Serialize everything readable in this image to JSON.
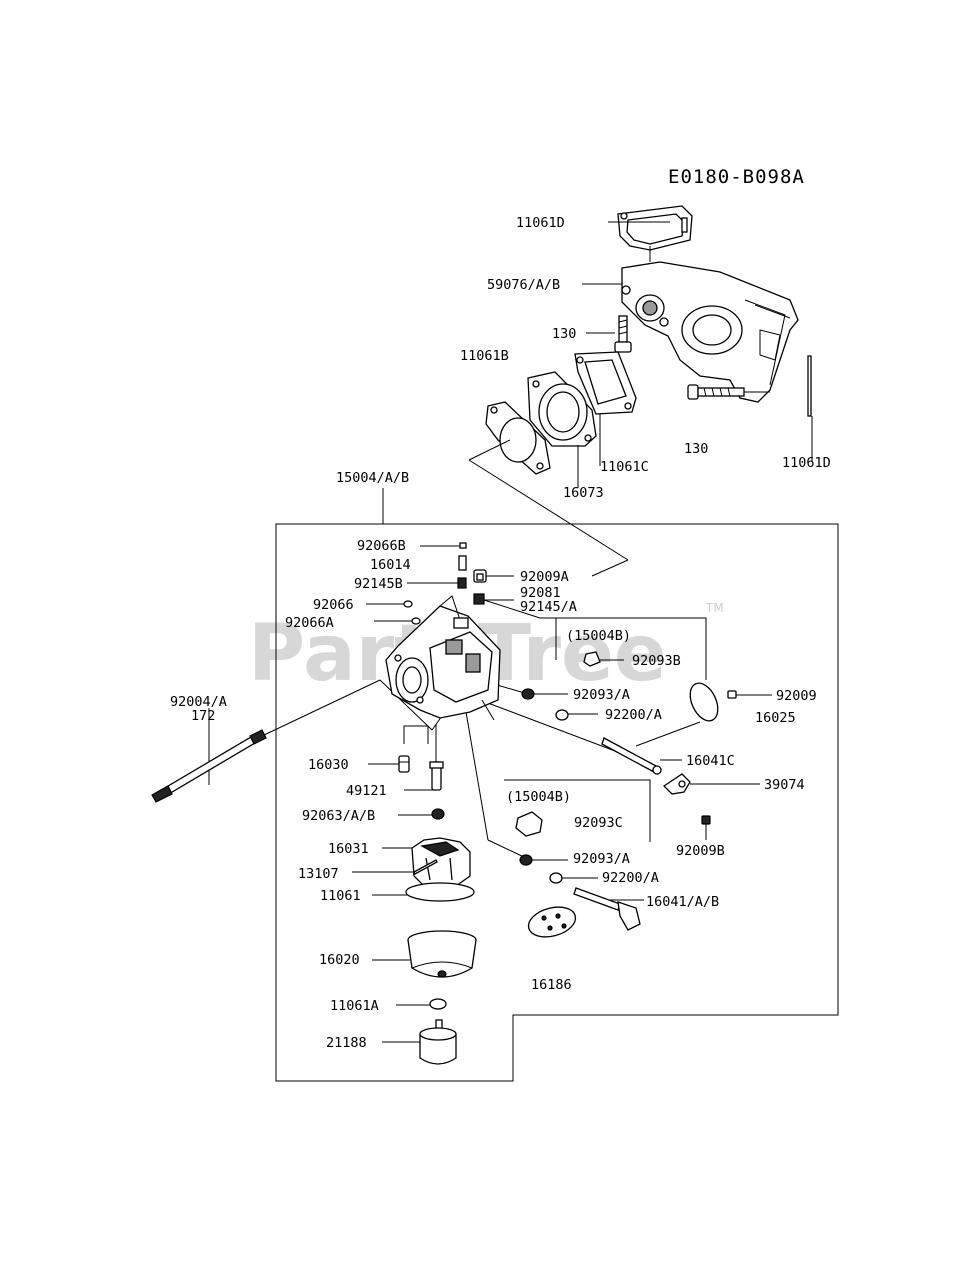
{
  "diagram_code": "E0180-B098A",
  "watermark": {
    "text": "PartsTree",
    "trademark": "TM"
  },
  "labels": {
    "l_11061D_top": "11061D",
    "l_59076AB": "59076/A/B",
    "l_130_bolt": "130",
    "l_11061B": "11061B",
    "l_11061C": "11061C",
    "l_16073": "16073",
    "l_130_right": "130",
    "l_11061D_right": "11061D",
    "l_15004AB": "15004/A/B",
    "l_92066B": "92066B",
    "l_16014": "16014",
    "l_92145B": "92145B",
    "l_92066": "92066",
    "l_92066A": "92066A",
    "l_92009A": "92009A",
    "l_92081": "92081",
    "l_92145A": "92145/A",
    "l_15004B_1": "(15004B)",
    "l_92093B": "92093B",
    "l_92093A_1": "92093/A",
    "l_92200A_1": "92200/A",
    "l_92009": "92009",
    "l_16025": "16025",
    "l_16041C": "16041C",
    "l_39074": "39074",
    "l_92004A": "92004/A",
    "l_172": "172",
    "l_16030": "16030",
    "l_49121": "49121",
    "l_92063AB": "92063/A/B",
    "l_15004B_2": "(15004B)",
    "l_92093C": "92093C",
    "l_92009B": "92009B",
    "l_16031": "16031",
    "l_92093A_2": "92093/A",
    "l_13107": "13107",
    "l_92200A_2": "92200/A",
    "l_11061": "11061",
    "l_16041AB": "16041/A/B",
    "l_16020": "16020",
    "l_16186": "16186",
    "l_11061A": "11061A",
    "l_21188": "21188"
  }
}
